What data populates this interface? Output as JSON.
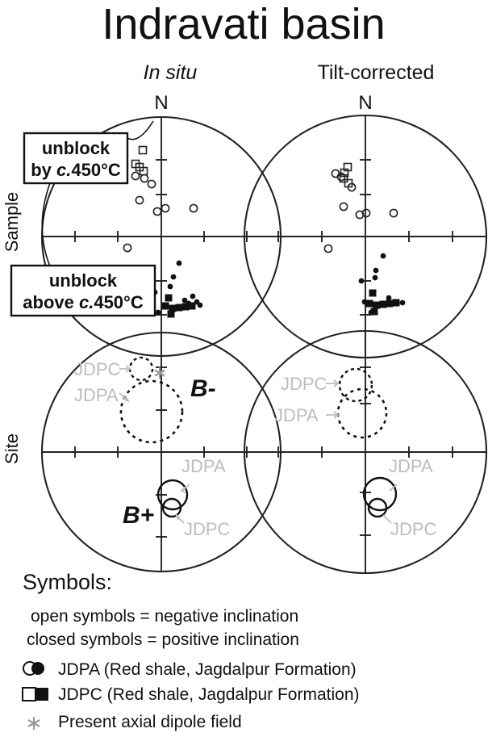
{
  "figure": {
    "title": "Indravati basin",
    "columns": [
      {
        "id": "in-situ",
        "label": "In situ",
        "italic": true,
        "north_label": "N"
      },
      {
        "id": "tilt-corrected",
        "label": "Tilt-corrected",
        "italic": false,
        "north_label": "N"
      }
    ],
    "row_labels": [
      {
        "id": "sample",
        "label": "Sample"
      },
      {
        "id": "site",
        "label": "Site"
      }
    ],
    "callouts": [
      {
        "id": "unblock-by",
        "line1": "unblock",
        "line2_prefix": "by ",
        "line2_italic": "c.",
        "line2_suffix": "450°C"
      },
      {
        "id": "unblock-above",
        "line1": "unblock",
        "line2_prefix": "above ",
        "line2_italic": "c.",
        "line2_suffix": "450°C"
      }
    ],
    "polarity_labels": [
      {
        "id": "b-minus",
        "label": "B-"
      },
      {
        "id": "b-plus",
        "label": "B+"
      }
    ],
    "site_mean_labels": [
      "JDPC",
      "JDPA",
      "JDPA",
      "JDPC"
    ],
    "legend": {
      "heading": "Symbols:",
      "notes": [
        "open symbols = negative inclination",
        "closed symbols = positive inclination"
      ],
      "entries": [
        {
          "symbol": "circle-pair",
          "text": "JDPA (Red shale, Jagdalpur Formation)"
        },
        {
          "symbol": "square-pair",
          "text": "JDPC (Red shale, Jagdalpur Formation)"
        },
        {
          "symbol": "asterisk",
          "text": "Present axial dipole field"
        }
      ]
    },
    "colors": {
      "line": "#222222",
      "text": "#111111",
      "grey_label": "#bdbdbd",
      "asterisk": "#9a9a9a",
      "background": "#ffffff"
    }
  },
  "chart_data": {
    "type": "scatter",
    "title": "Indravati basin",
    "projection": "equal-area stereonet (lower/upper hemisphere)",
    "panels": [
      {
        "id": "sample-in-situ",
        "row": "Sample",
        "column": "In situ",
        "center": [
          200,
          293
        ],
        "radius": 148,
        "north_label": "N",
        "open_symbols": {
          "note": "negative inclination (unblock by c.450°C)",
          "squares": [
            [
              177,
              186
            ],
            [
              168,
              203
            ],
            [
              173,
              207
            ],
            [
              178,
              212
            ]
          ],
          "circles": [
            [
              168,
              218
            ],
            [
              179,
              221
            ],
            [
              188,
              228
            ],
            [
              173,
              248
            ],
            [
              195,
              262
            ],
            [
              205,
              258
            ],
            [
              240,
              258
            ],
            [
              158,
              307
            ]
          ]
        },
        "closed_symbols": {
          "note": "positive inclination (unblock above c.450°C)",
          "circles": [
            [
              222,
              326
            ],
            [
              215,
              343
            ],
            [
              211,
              355
            ],
            [
              192,
              362
            ],
            [
              194,
              379
            ],
            [
              239,
              367
            ],
            [
              229,
              372
            ],
            [
              234,
              376
            ],
            [
              244,
              374
            ],
            [
              248,
              378
            ],
            [
              196,
              387
            ]
          ],
          "squares": [
            [
              209,
              369
            ],
            [
              205,
              379
            ],
            [
              214,
              382
            ],
            [
              222,
              381
            ],
            [
              230,
              380
            ],
            [
              238,
              379
            ],
            [
              212,
              389
            ]
          ]
        }
      },
      {
        "id": "sample-tilt-corrected",
        "row": "Sample",
        "column": "Tilt-corrected",
        "center": [
          453,
          293
        ],
        "radius": 150,
        "north_label": "N",
        "open_symbols": {
          "squares": [
            [
              522,
              207
            ],
            [
              521,
              221
            ],
            [
              527,
              227
            ],
            [
              522,
              214
            ]
          ],
          "circles": [
            [
              511,
              215
            ],
            [
              518,
              219
            ],
            [
              531,
              232
            ],
            [
              521,
              256
            ],
            [
              541,
              266
            ],
            [
              549,
              264
            ],
            [
              502,
              308
            ],
            [
              583,
              264
            ]
          ]
        },
        "closed_symbols": {
          "circles": [
            [
              475,
              317
            ],
            [
              466,
              335
            ],
            [
              465,
              344
            ],
            [
              448,
              348
            ],
            [
              452,
              374
            ],
            [
              482,
              369
            ],
            [
              460,
              387
            ],
            [
              492,
              376
            ],
            [
              499,
              375
            ]
          ],
          "squares": [
            [
              462,
              363
            ],
            [
              457,
              376
            ],
            [
              466,
              378
            ],
            [
              474,
              377
            ],
            [
              482,
              376
            ],
            [
              490,
              375
            ],
            [
              463,
              386
            ]
          ]
        }
      },
      {
        "id": "site-in-situ",
        "row": "Site",
        "column": "In situ",
        "center": [
          200,
          560
        ],
        "radius": 148,
        "polarity_upper": "B-",
        "polarity_lower": "B+",
        "confidence_circles": [
          {
            "name": "JDPC",
            "style": "dashed",
            "center": [
              175,
              457
            ],
            "radius": 14,
            "hemisphere": "negative"
          },
          {
            "name": "JDPA",
            "style": "dashed",
            "center": [
              188,
              510
            ],
            "radius": 38,
            "hemisphere": "negative"
          },
          {
            "name": "JDPA",
            "style": "solid",
            "center": [
              214,
              613
            ],
            "radius": 18,
            "hemisphere": "positive"
          },
          {
            "name": "JDPC",
            "style": "solid",
            "center": [
              213,
              629
            ],
            "radius": 11,
            "hemisphere": "positive"
          }
        ],
        "present_axial_dipole_field": [
          198,
          462
        ]
      },
      {
        "id": "site-tilt-corrected",
        "row": "Site",
        "column": "Tilt-corrected",
        "center": [
          453,
          560
        ],
        "radius": 150,
        "confidence_circles": [
          {
            "name": "JDPC",
            "style": "dashed",
            "center": [
              441,
              477
            ],
            "radius": 20,
            "hemisphere": "negative"
          },
          {
            "name": "JDPA",
            "style": "dashed",
            "center": [
              449,
              512
            ],
            "radius": 30,
            "hemisphere": "negative"
          },
          {
            "name": "JDPA",
            "style": "solid",
            "center": [
              471,
              612
            ],
            "radius": 20,
            "hemisphere": "positive"
          },
          {
            "name": "JDPC",
            "style": "solid",
            "center": [
              468,
              629
            ],
            "radius": 11,
            "hemisphere": "positive"
          }
        ]
      }
    ]
  }
}
